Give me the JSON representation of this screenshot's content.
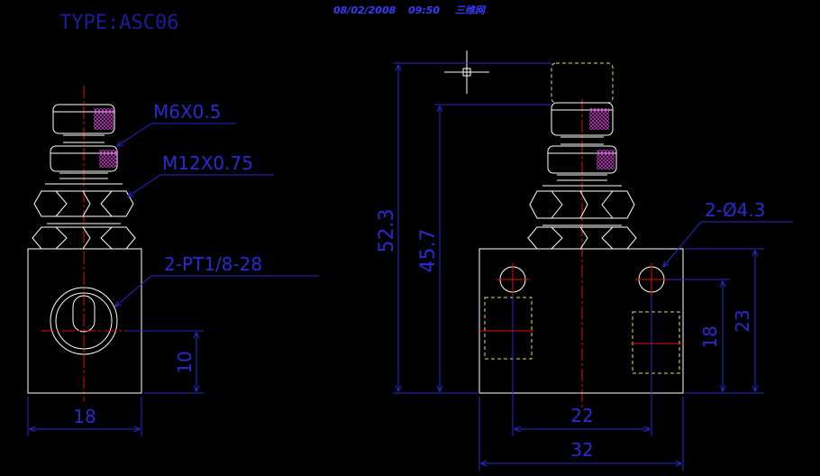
{
  "drawing": {
    "title": "TYPE:ASC06",
    "header_date": "08/02/2008",
    "header_time": "09:50",
    "header_site": "三维网"
  },
  "colors": {
    "background": "#000000",
    "outline": "#ffffff",
    "dimension": "#2a2ad0",
    "centerline": "#e01010",
    "hidden": "#e8d860",
    "hatch": "#c040c0"
  },
  "callouts": {
    "thread_small": "M6X0.5",
    "thread_large": "M12X0.75",
    "port": "2-PT1/8-28",
    "holes": "2-Ø4.3"
  },
  "dims": {
    "d18_bottom": "18",
    "d10": "10",
    "d52_3": "52.3",
    "d45_7": "45.7",
    "d22": "22",
    "d32": "32",
    "d18_right": "18",
    "d23": "23"
  }
}
